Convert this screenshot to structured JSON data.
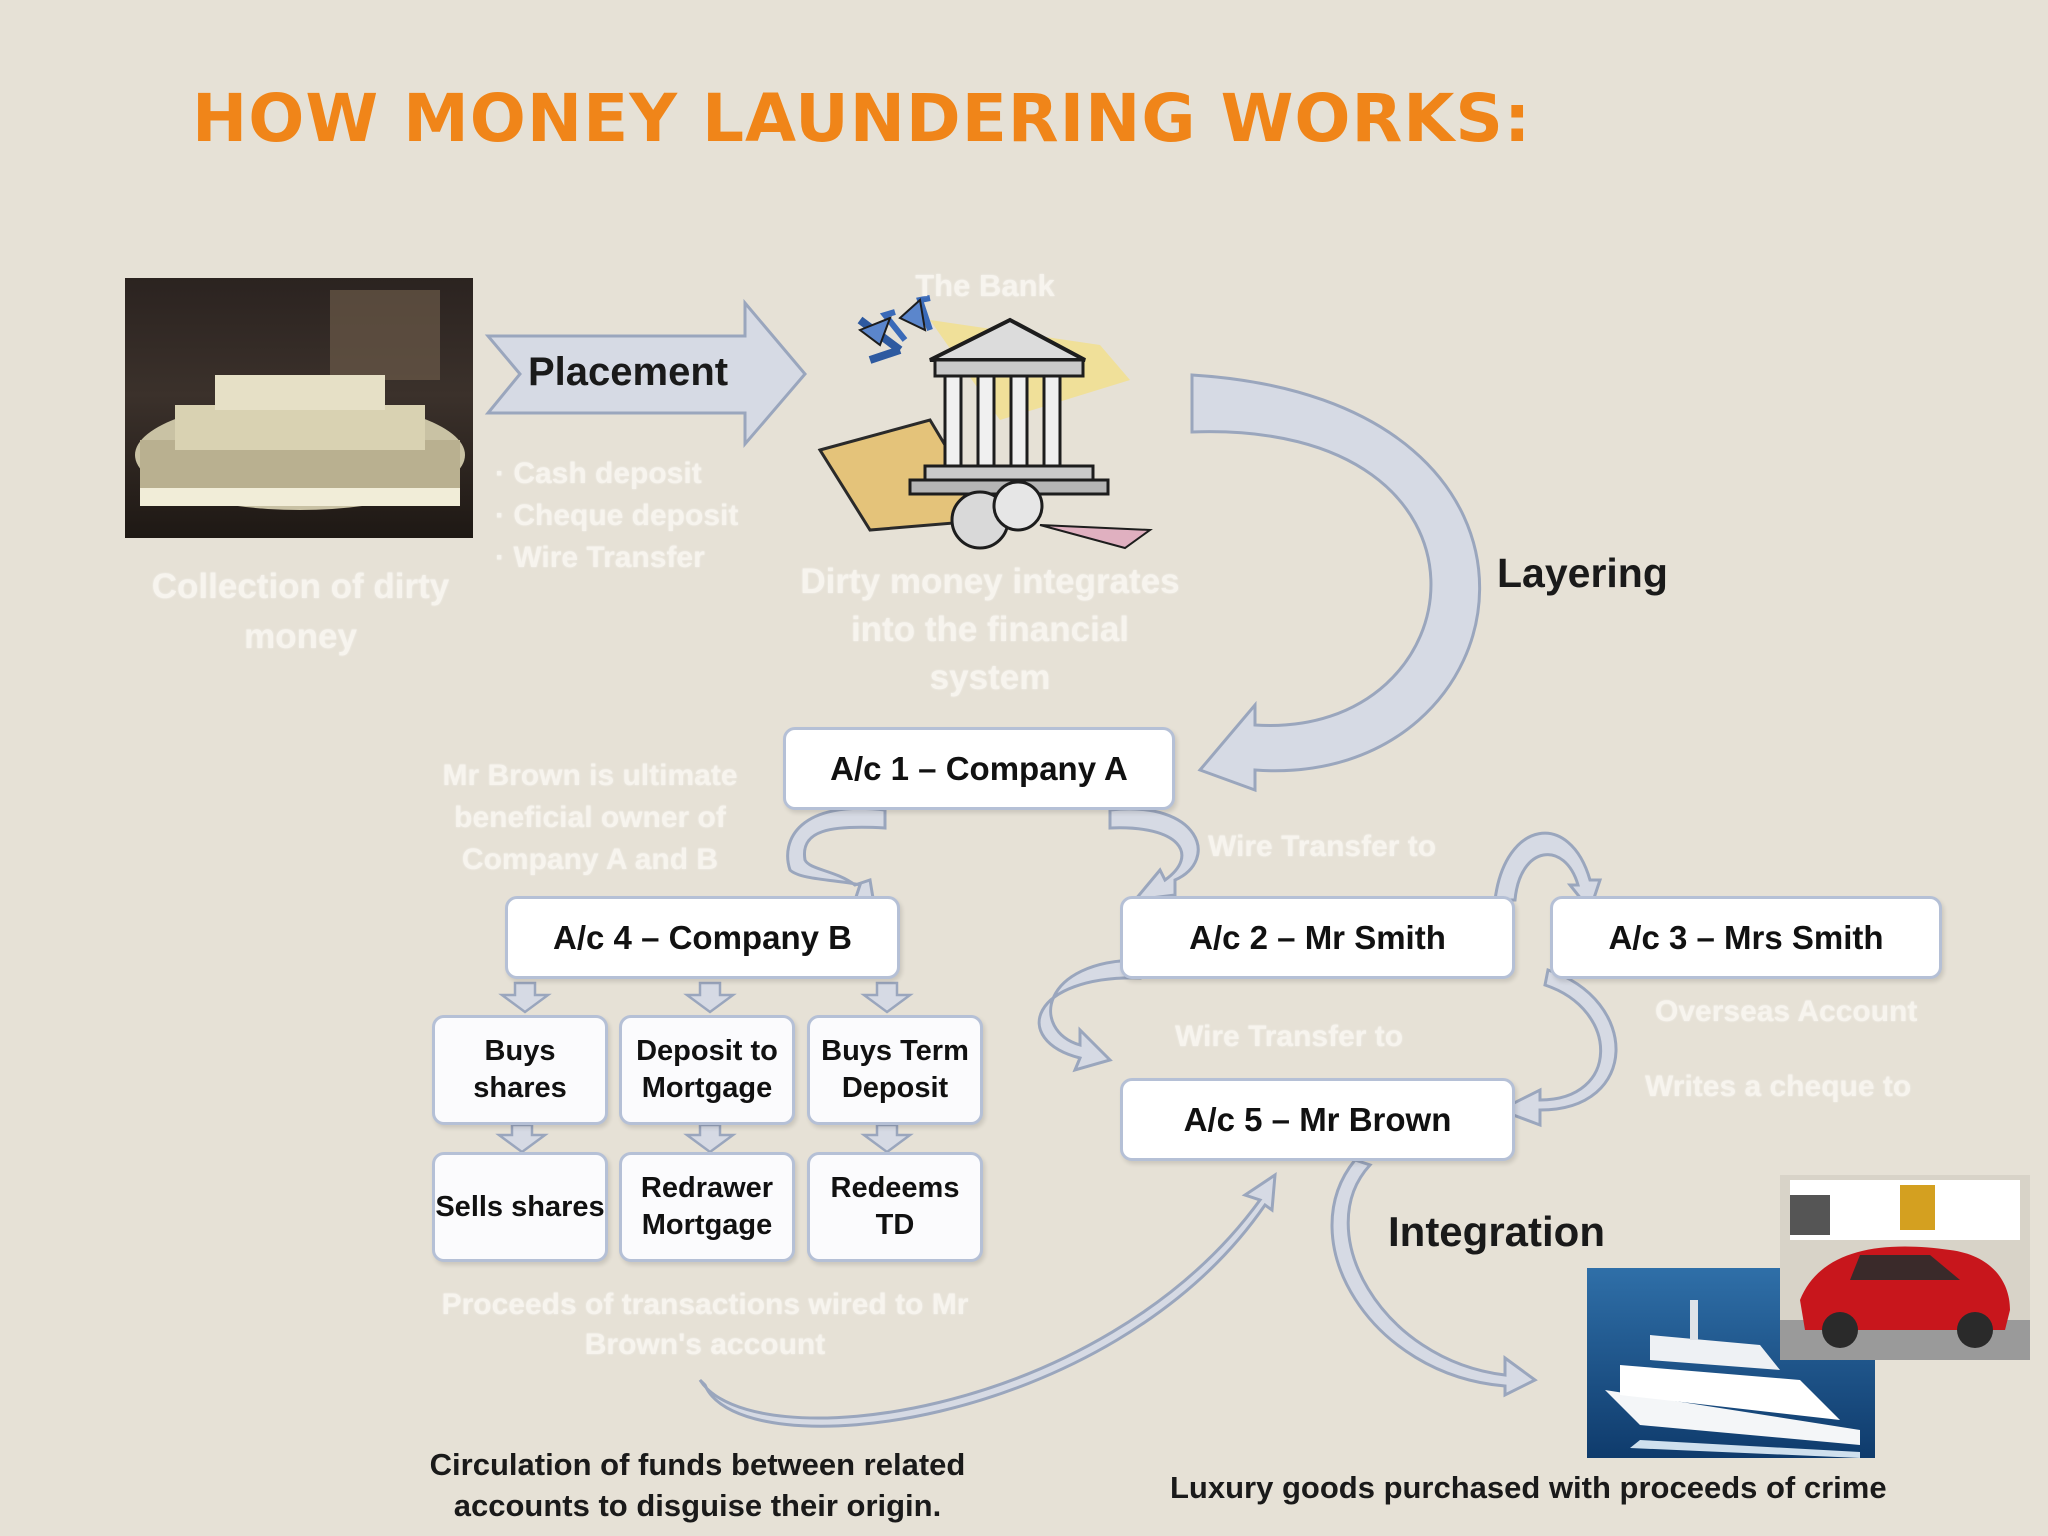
{
  "title": "HOW MONEY LAUNDERING WORKS:",
  "placement": {
    "label": "Placement",
    "methods": [
      "· Cash deposit",
      "· Cheque deposit",
      "· Wire Transfer"
    ],
    "collection_caption": "Collection of dirty money"
  },
  "bank": {
    "label": "The Bank",
    "caption": "Dirty money integrates into the financial system"
  },
  "layering": {
    "label": "Layering",
    "owner_note": "Mr Brown is ultimate beneficial owner of Company A and B",
    "accounts": {
      "ac1": "A/c 1 – Company A",
      "ac2": "A/c 2 – Mr Smith",
      "ac3": "A/c 3 – Mrs Smith",
      "ac4": "A/c 4 – Company B",
      "ac5": "A/c 5 – Mr Brown"
    },
    "wire_transfer_1": "Wire Transfer to",
    "wire_transfer_2": "Wire Transfer to",
    "overseas": "Overseas Account",
    "writes_cheque": "Writes a cheque to",
    "transactions": {
      "buys_shares": "Buys shares",
      "deposit_mortgage": "Deposit to Mortgage",
      "buys_term": "Buys Term Deposit",
      "sells_shares": "Sells shares",
      "redrawer": "Redrawer Mortgage",
      "redeems": "Redeems TD"
    },
    "proceeds_note": "Proceeds of transactions wired to Mr Brown's account",
    "circulation_caption": "Circulation of funds between related accounts to disguise their origin."
  },
  "integration": {
    "label": "Integration",
    "caption": "Luxury goods purchased with proceeds of crime"
  },
  "colors": {
    "title": "#f08519",
    "background": "#e6e1d6",
    "arrow_fill": "#d6dae4",
    "arrow_stroke": "#9aa6bd",
    "box_border": "#b5c0d6"
  }
}
